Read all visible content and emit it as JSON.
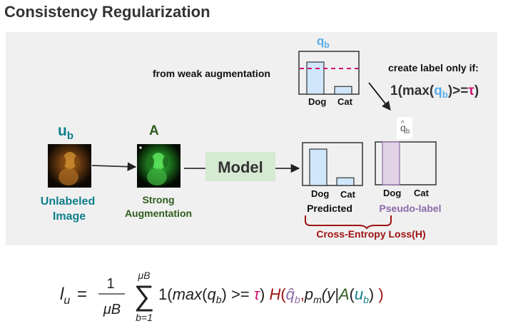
{
  "title": "Consistency Regularization",
  "weak": {
    "label": "from weak augmentation",
    "symbol_base": "q",
    "symbol_sub": "b",
    "cat_dog": "Dog",
    "cat_cat": "Cat",
    "dog_value": 0.75,
    "cat_value": 0.18,
    "threshold": 0.6
  },
  "condition": {
    "text": "create label only if:",
    "expr_prefix": "1(max(",
    "expr_q": "q",
    "expr_sub": "b",
    "expr_mid": ")>=",
    "expr_tau": "τ",
    "expr_end": ")"
  },
  "input": {
    "symbol_base": "u",
    "symbol_sub": "b",
    "label_line1": "Unlabeled",
    "label_line2": "Image"
  },
  "strong": {
    "symbol": "A",
    "label_line1": "Strong",
    "label_line2": "Augmentation"
  },
  "model_label": "Model",
  "predicted": {
    "label": "Predicted",
    "cat_dog": "Dog",
    "cat_cat": "Cat",
    "dog_value": 0.85,
    "cat_value": 0.18
  },
  "pseudo": {
    "label": "Pseudo-label",
    "hat_base": "q",
    "hat_sub": "b",
    "cat_dog": "Dog",
    "cat_cat": "Cat",
    "dog_value": 1.0,
    "cat_value": 0.0
  },
  "loss_label": "Cross-Entropy Loss(H)",
  "formula": {
    "l": "l",
    "l_sub": "u",
    "eq": "=",
    "num": "1",
    "den": "μB",
    "sum_top": "μB",
    "sum_sym": "∑",
    "sum_bot": "b=1",
    "ind": "1(",
    "max": "max",
    "q": "q",
    "q_sub": "b",
    "ge": ") >=",
    "tau": "τ",
    "close": ")",
    "H": "H",
    "lparen": "(",
    "qhat": "q̂",
    "qhat_sub": "b",
    "comma": ",",
    "pm": "p",
    "pm_sub": "m",
    "y": "(y|",
    "A": "A",
    "u_open": "(",
    "u": "u",
    "u_sub": "b",
    "u_close": ")",
    "end": ")"
  },
  "colors": {
    "teal": "#0f7f8c",
    "dark_green": "#2e5c1e",
    "light_blue": "#5aaee8",
    "magenta": "#d0106e",
    "purple": "#8b6aa8",
    "dark_red": "#a01212",
    "bar_blue": "#cfe6fb",
    "bar_purple": "#e2d3e6",
    "model_green": "#d6e9d2"
  }
}
